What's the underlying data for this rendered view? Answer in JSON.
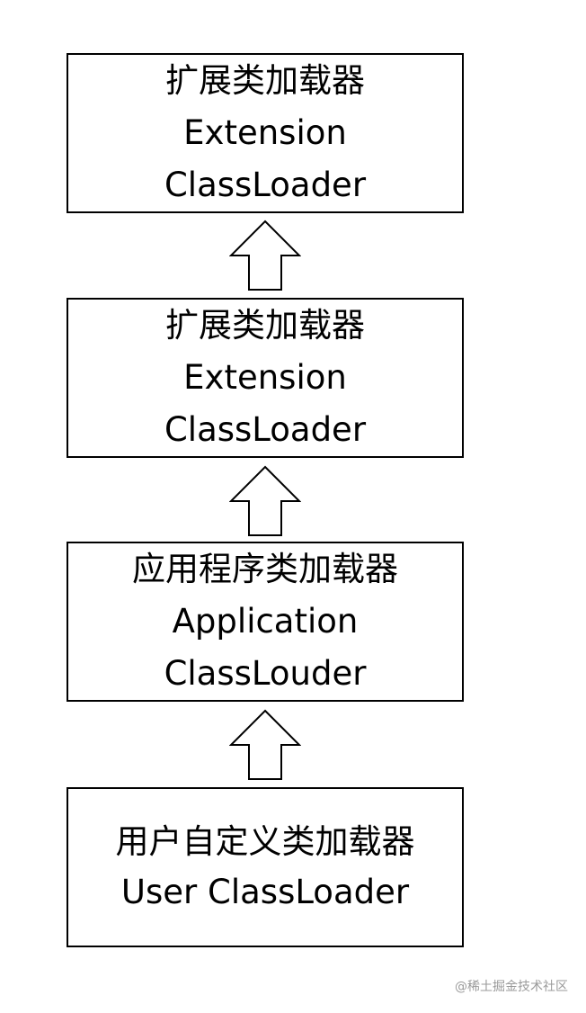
{
  "boxes": [
    {
      "line1": "扩展类加载器",
      "line2": "Extension",
      "line3": "ClassLoader"
    },
    {
      "line1": "扩展类加载器",
      "line2": "Extension",
      "line3": "ClassLoader"
    },
    {
      "line1": "应用程序类加载器",
      "line2": "Application",
      "line3": "ClassLouder"
    },
    {
      "line1": "用户自定义类加载器",
      "line2": "User ClassLoader"
    }
  ],
  "arrows": [
    {
      "direction": "up",
      "style": "hollow"
    },
    {
      "direction": "up",
      "style": "hollow"
    },
    {
      "direction": "up",
      "style": "hollow"
    }
  ],
  "watermark": "@稀土掘金技术社区",
  "colors": {
    "stroke": "#000000",
    "background": "#ffffff",
    "watermark": "#9a9a9a"
  }
}
